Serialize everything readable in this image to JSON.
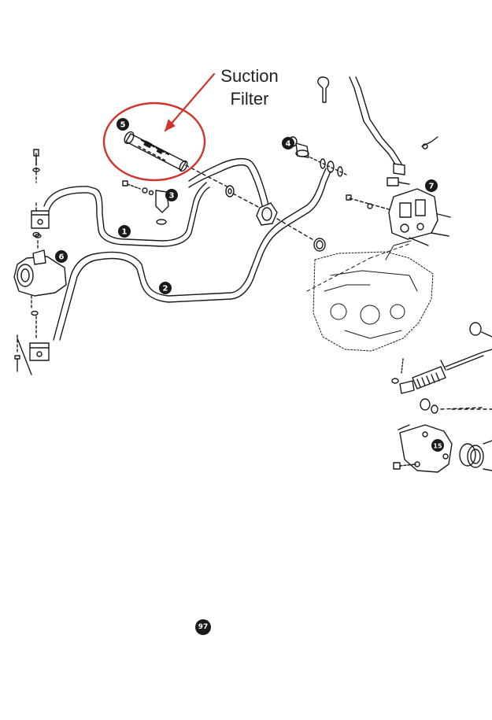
{
  "callout": {
    "line1": "Suction",
    "line2": "Filter",
    "highlight_color": "#d0342c"
  },
  "part_numbers": {
    "p1": "1",
    "p2": "2",
    "p3": "3",
    "p4": "4",
    "p5": "5",
    "p6": "6",
    "p7": "7",
    "p15": "15"
  },
  "page_number": "97"
}
